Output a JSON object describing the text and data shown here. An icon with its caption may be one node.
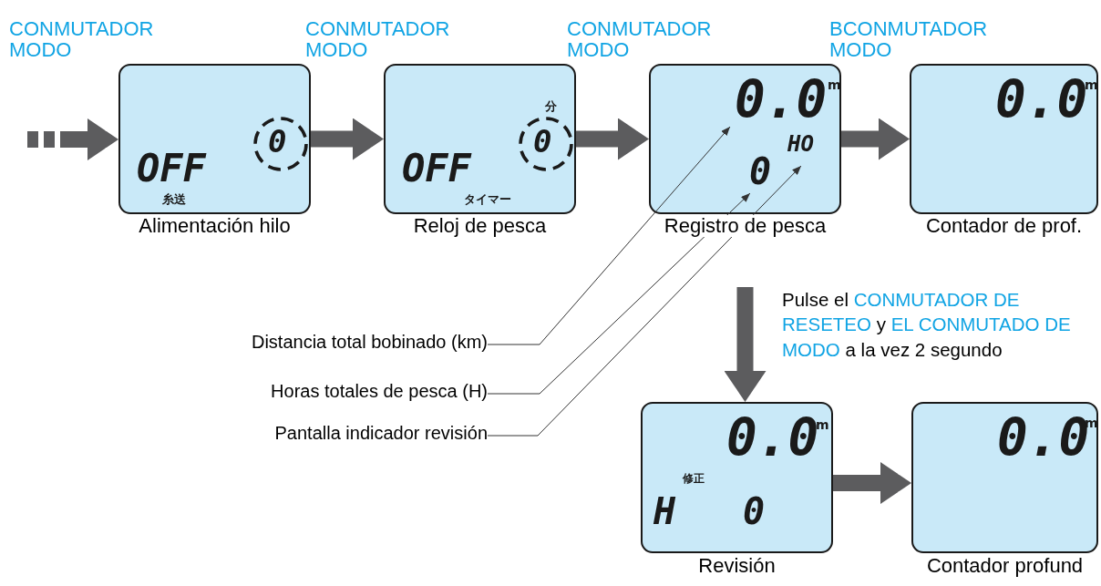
{
  "diagram": {
    "nodes": [
      {
        "text": [
          "OFF",
          "0",
          "糸送"
        ],
        "beside": [
          "Alimentación hilo"
        ]
      },
      {
        "text": [
          "分",
          "0",
          "OFF",
          "タイマー"
        ],
        "beside": [
          "Reloj de pesca"
        ]
      },
      {
        "text": [
          "0.0",
          "m",
          "0",
          "HO"
        ],
        "beside": [
          "Registro de pesca"
        ]
      },
      {
        "text": [
          "0.0",
          "m"
        ],
        "beside": [
          "Contador de prof."
        ]
      },
      {
        "text": [
          "0.0",
          "m",
          "修正",
          "H",
          "0"
        ],
        "beside": [
          "Revisión"
        ]
      },
      {
        "text": [
          "0.0",
          "m"
        ],
        "beside": [
          "Contador profund"
        ]
      },
      {
        "text": [
          "Distancia total bobinado (km)"
        ]
      },
      {
        "text": [
          "Horas totales de pesca (H)"
        ]
      },
      {
        "text": [
          "Pantalla indicador revisión"
        ]
      }
    ],
    "edges": [
      {
        "from": null,
        "to": 0,
        "arrow": "to",
        "label": "CONMUTADOR MODO",
        "style": "dashed"
      },
      {
        "from": 0,
        "to": 1,
        "arrow": "to",
        "label": "CONMUTADOR MODO"
      },
      {
        "from": 1,
        "to": 2,
        "arrow": "to",
        "label": "CONMUTADOR MODO"
      },
      {
        "from": 2,
        "to": 3,
        "arrow": "to",
        "label": "BCONMUTADOR MODO"
      },
      {
        "from": 2,
        "to": 4,
        "arrow": "to"
      },
      {
        "from": 4,
        "to": 5,
        "arrow": "to"
      },
      {
        "from": 6,
        "to": 2,
        "arrow": "to"
      },
      {
        "from": 7,
        "to": 2,
        "arrow": "to"
      },
      {
        "from": 8,
        "to": 2,
        "arrow": "to"
      }
    ],
    "labels": [
      "Pulse el",
      "CONMUTADOR DE RESETEO",
      "y",
      "EL CONMUTADO DE MODO",
      "a la vez 2 segundo"
    ]
  }
}
